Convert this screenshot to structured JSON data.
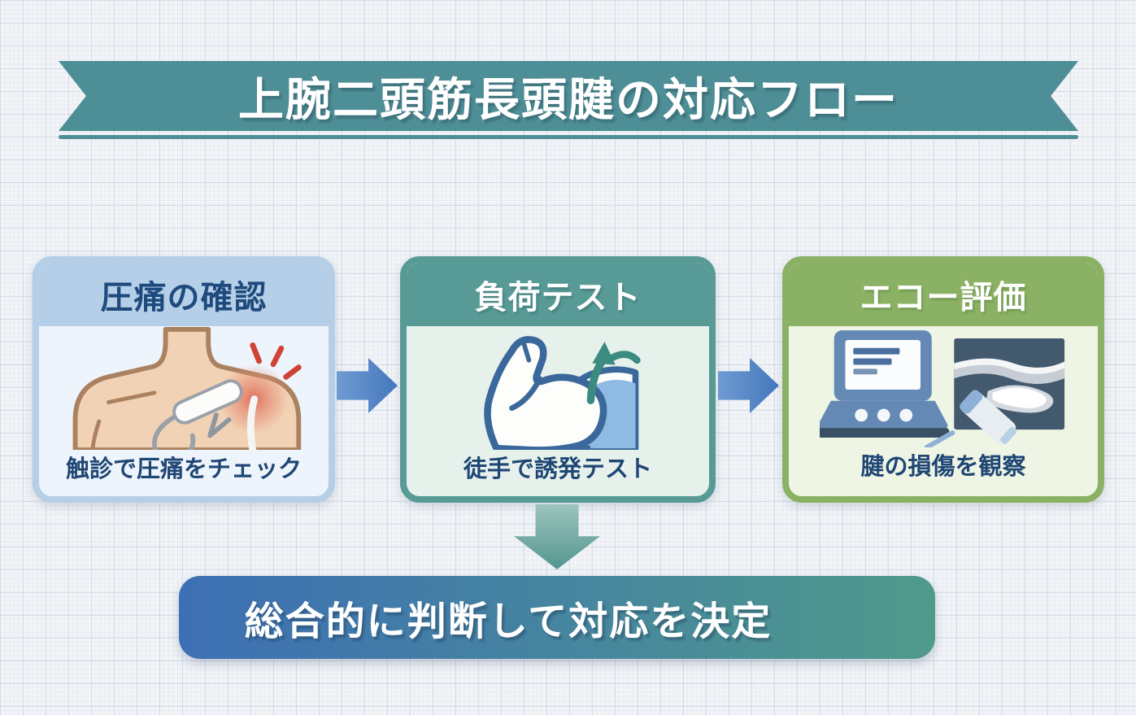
{
  "header": {
    "title": "上腕二頭筋長頭腱の対応フロー"
  },
  "steps": [
    {
      "title": "圧痛の確認",
      "caption": "触診で圧痛をチェック",
      "icon": "shoulder-palpation-illustration",
      "accent_color": "#b5cfe9",
      "body_color": "#eef4fb",
      "title_color": "#1e4a7c"
    },
    {
      "title": "負荷テスト",
      "caption": "徒手で誘発テスト",
      "icon": "flexed-biceps-illustration",
      "accent_color": "#579a96",
      "body_color": "#e7f1ec",
      "title_color": "#ffffff"
    },
    {
      "title": "エコー評価",
      "caption": "腱の損傷を観察",
      "icon": "ultrasound-laptop-illustration",
      "accent_color": "#8bb264",
      "body_color": "#eef5e4",
      "title_color": "#ffffff"
    }
  ],
  "conclusion": {
    "label": "総合的に判断して対応を決定"
  },
  "colors": {
    "background": "#f2f4f7",
    "grid_line": "#becdde",
    "ribbon": "#4e8e96",
    "navy_text": "#1f4674",
    "flow_arrow_blue": "#4577bd",
    "flow_arrow_teal": "#549690",
    "banner_gradient_left": "#3d6fb4",
    "banner_gradient_right": "#4f9a8b",
    "pain_red": "#cf4336",
    "skin_tone": "#f2d2b5"
  }
}
